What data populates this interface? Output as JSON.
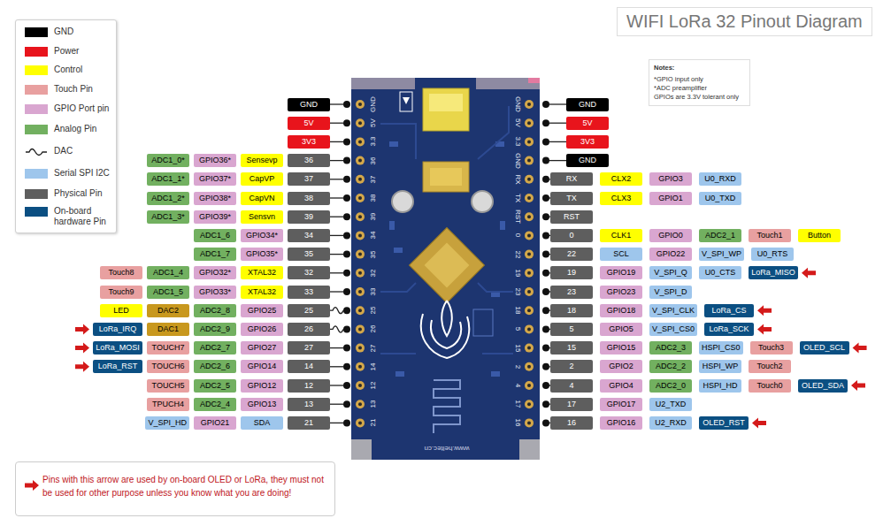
{
  "diagram": {
    "title": "WIFI LoRa 32 Pinout Diagram",
    "nodes": [
      {
        "text": [
          "Notes:",
          "*GPIO input only",
          "*ADC preamplifier",
          "GPIOs are 3.3V tolerant only"
        ]
      },
      {
        "text": [
          "GND"
        ]
      },
      {
        "text": [
          "5V"
        ]
      },
      {
        "text": [
          "3V3"
        ]
      },
      {
        "text": [
          "ADC1_0*"
        ]
      },
      {
        "text": [
          "GPIO36*"
        ]
      },
      {
        "text": [
          "Sensevp"
        ]
      },
      {
        "text": [
          "36"
        ]
      },
      {
        "text": [
          "ADC1_1*"
        ]
      },
      {
        "text": [
          "GPIO37*"
        ]
      },
      {
        "text": [
          "CapVP"
        ]
      },
      {
        "text": [
          "37"
        ]
      },
      {
        "text": [
          "ADC1_2*"
        ]
      },
      {
        "text": [
          "GPIO38*"
        ]
      },
      {
        "text": [
          "CapVN"
        ]
      },
      {
        "text": [
          "38"
        ]
      },
      {
        "text": [
          "ADC1_3*"
        ]
      },
      {
        "text": [
          "GPIO39*"
        ]
      },
      {
        "text": [
          "Sensvn"
        ]
      },
      {
        "text": [
          "39"
        ]
      },
      {
        "text": [
          "ADC1_6"
        ]
      },
      {
        "text": [
          "GPIO34*"
        ]
      },
      {
        "text": [
          "34"
        ]
      },
      {
        "text": [
          "ADC1_7"
        ]
      },
      {
        "text": [
          "GPIO35*"
        ]
      },
      {
        "text": [
          "35"
        ]
      },
      {
        "text": [
          "Touch8"
        ]
      },
      {
        "text": [
          "ADC1_4"
        ]
      },
      {
        "text": [
          "GPIO32*"
        ]
      },
      {
        "text": [
          "XTAL32"
        ]
      },
      {
        "text": [
          "32"
        ]
      },
      {
        "text": [
          "Touch9"
        ]
      },
      {
        "text": [
          "ADC1_5"
        ]
      },
      {
        "text": [
          "GPIO33*"
        ]
      },
      {
        "text": [
          "XTAL32"
        ]
      },
      {
        "text": [
          "33"
        ]
      },
      {
        "text": [
          "LED"
        ]
      },
      {
        "text": [
          "DAC2"
        ]
      },
      {
        "text": [
          "ADC2_8"
        ]
      },
      {
        "text": [
          "GPIO25"
        ]
      },
      {
        "text": [
          "25"
        ]
      },
      {
        "text": [
          "LoRa_IRQ"
        ]
      },
      {
        "text": [
          "DAC1"
        ]
      },
      {
        "text": [
          "ADC2_9"
        ]
      },
      {
        "text": [
          "GPIO26"
        ]
      },
      {
        "text": [
          "26"
        ]
      },
      {
        "text": [
          "LoRa_MOSI"
        ]
      },
      {
        "text": [
          "TOUCH7"
        ]
      },
      {
        "text": [
          "ADC2_7"
        ]
      },
      {
        "text": [
          "GPIO27"
        ]
      },
      {
        "text": [
          "27"
        ]
      },
      {
        "text": [
          "LoRa_RST"
        ]
      },
      {
        "text": [
          "TOUCH6"
        ]
      },
      {
        "text": [
          "ADC2_6"
        ]
      },
      {
        "text": [
          "GPIO14"
        ]
      },
      {
        "text": [
          "14"
        ]
      },
      {
        "text": [
          "TOUCH5"
        ]
      },
      {
        "text": [
          "ADC2_5"
        ]
      },
      {
        "text": [
          "GPIO12"
        ]
      },
      {
        "text": [
          "12"
        ]
      },
      {
        "text": [
          "TPUCH4"
        ]
      },
      {
        "text": [
          "ADC2_4"
        ]
      },
      {
        "text": [
          "GPIO13"
        ]
      },
      {
        "text": [
          "13"
        ]
      },
      {
        "text": [
          "V_SPI_HD"
        ]
      },
      {
        "text": [
          "GPIO21"
        ]
      },
      {
        "text": [
          "SDA"
        ]
      },
      {
        "text": [
          "21"
        ]
      },
      {
        "text": [
          "GND"
        ]
      },
      {
        "text": [
          "5V"
        ]
      },
      {
        "text": [
          "3V3"
        ]
      },
      {
        "text": [
          "GND"
        ]
      },
      {
        "text": [
          "RX"
        ]
      },
      {
        "text": [
          "CLX2"
        ]
      },
      {
        "text": [
          "GPIO3"
        ]
      },
      {
        "text": [
          "U0_RXD"
        ]
      },
      {
        "text": [
          "TX"
        ]
      },
      {
        "text": [
          "CLX3"
        ]
      },
      {
        "text": [
          "GPIO1"
        ]
      },
      {
        "text": [
          "U0_TXD"
        ]
      },
      {
        "text": [
          "RST"
        ]
      },
      {
        "text": [
          "0"
        ]
      },
      {
        "text": [
          "CLK1"
        ]
      },
      {
        "text": [
          "GPIO0"
        ]
      },
      {
        "text": [
          "ADC2_1"
        ]
      },
      {
        "text": [
          "Touch1"
        ]
      },
      {
        "text": [
          "Button"
        ]
      },
      {
        "text": [
          "22"
        ]
      },
      {
        "text": [
          "SCL"
        ]
      },
      {
        "text": [
          "GPIO22"
        ]
      },
      {
        "text": [
          "V_SPI_WP"
        ]
      },
      {
        "text": [
          "U0_RTS"
        ]
      },
      {
        "text": [
          "19"
        ]
      },
      {
        "text": [
          "GPIO19"
        ]
      },
      {
        "text": [
          "V_SPI_Q"
        ]
      },
      {
        "text": [
          "U0_CTS"
        ]
      },
      {
        "text": [
          "LoRa_MISO"
        ]
      },
      {
        "text": [
          "23"
        ]
      },
      {
        "text": [
          "GPIO23"
        ]
      },
      {
        "text": [
          "V_SPI_D"
        ]
      },
      {
        "text": [
          "18"
        ]
      },
      {
        "text": [
          "GPIO18"
        ]
      },
      {
        "text": [
          "V_SPI_CLK"
        ]
      },
      {
        "text": [
          "LoRa_CS"
        ]
      },
      {
        "text": [
          "5"
        ]
      },
      {
        "text": [
          "GPIO5"
        ]
      },
      {
        "text": [
          "V_SPI_CS0"
        ]
      },
      {
        "text": [
          "LoRa_SCK"
        ]
      },
      {
        "text": [
          "15"
        ]
      },
      {
        "text": [
          "GPIO15"
        ]
      },
      {
        "text": [
          "ADC2_3"
        ]
      },
      {
        "text": [
          "HSPI_CS0"
        ]
      },
      {
        "text": [
          "Touch3"
        ]
      },
      {
        "text": [
          "OLED_SCL"
        ]
      },
      {
        "text": [
          "2"
        ]
      },
      {
        "text": [
          "GPIO2"
        ]
      },
      {
        "text": [
          "ADC2_2"
        ]
      },
      {
        "text": [
          "HSPI_WP"
        ]
      },
      {
        "text": [
          "Touch2"
        ]
      },
      {
        "text": [
          "4"
        ]
      },
      {
        "text": [
          "GPIO4"
        ]
      },
      {
        "text": [
          "ADC2_0"
        ]
      },
      {
        "text": [
          "HSPI_HD"
        ]
      },
      {
        "text": [
          "Touch0"
        ]
      },
      {
        "text": [
          "OLED_SDA"
        ]
      },
      {
        "text": [
          "17"
        ]
      },
      {
        "text": [
          "GPIO17"
        ]
      },
      {
        "text": [
          "U2_TXD"
        ]
      },
      {
        "text": [
          "16"
        ]
      },
      {
        "text": [
          "GPIO16"
        ]
      },
      {
        "text": [
          "U2_RXD"
        ]
      },
      {
        "text": [
          "OLED_RST"
        ]
      },
      {
        "text": [
          "Pins with this arrow are used by on-board OLED or LoRa, they must not be used for other purpose unless you know what you are doing!"
        ]
      }
    ],
    "labels": [
      "GND",
      "5V",
      "3.3",
      "36",
      "37",
      "38",
      "39",
      "34",
      "35",
      "32",
      "33",
      "25",
      "26",
      "27",
      "14",
      "12",
      "13",
      "21",
      "GND",
      "5V",
      "3.3",
      "GND",
      "RX",
      "TX",
      "RST",
      "0",
      "22",
      "19",
      "23",
      "18",
      "5",
      "15",
      "2",
      "4",
      "17",
      "16",
      "www.heltec.cn"
    ],
    "legend": [
      {
        "text": "GND",
        "color": "#000000"
      },
      {
        "text": "Power",
        "color": "#e8141c"
      },
      {
        "text": "Control",
        "color": "#ffff00"
      },
      {
        "text": "Touch Pin",
        "color": "#e8a0a0"
      },
      {
        "text": "GPIO Port pin",
        "color": "#d9a6d0"
      },
      {
        "text": "Analog Pin",
        "color": "#72b060"
      },
      {
        "text": "DAC"
      },
      {
        "text": "Serial SPI I2C",
        "color": "#9ec6ec"
      },
      {
        "text": "Physical Pin",
        "color": "#5e5e5e"
      },
      {
        "text": "On-board hardware Pin",
        "color": "#0b4f82"
      }
    ]
  }
}
